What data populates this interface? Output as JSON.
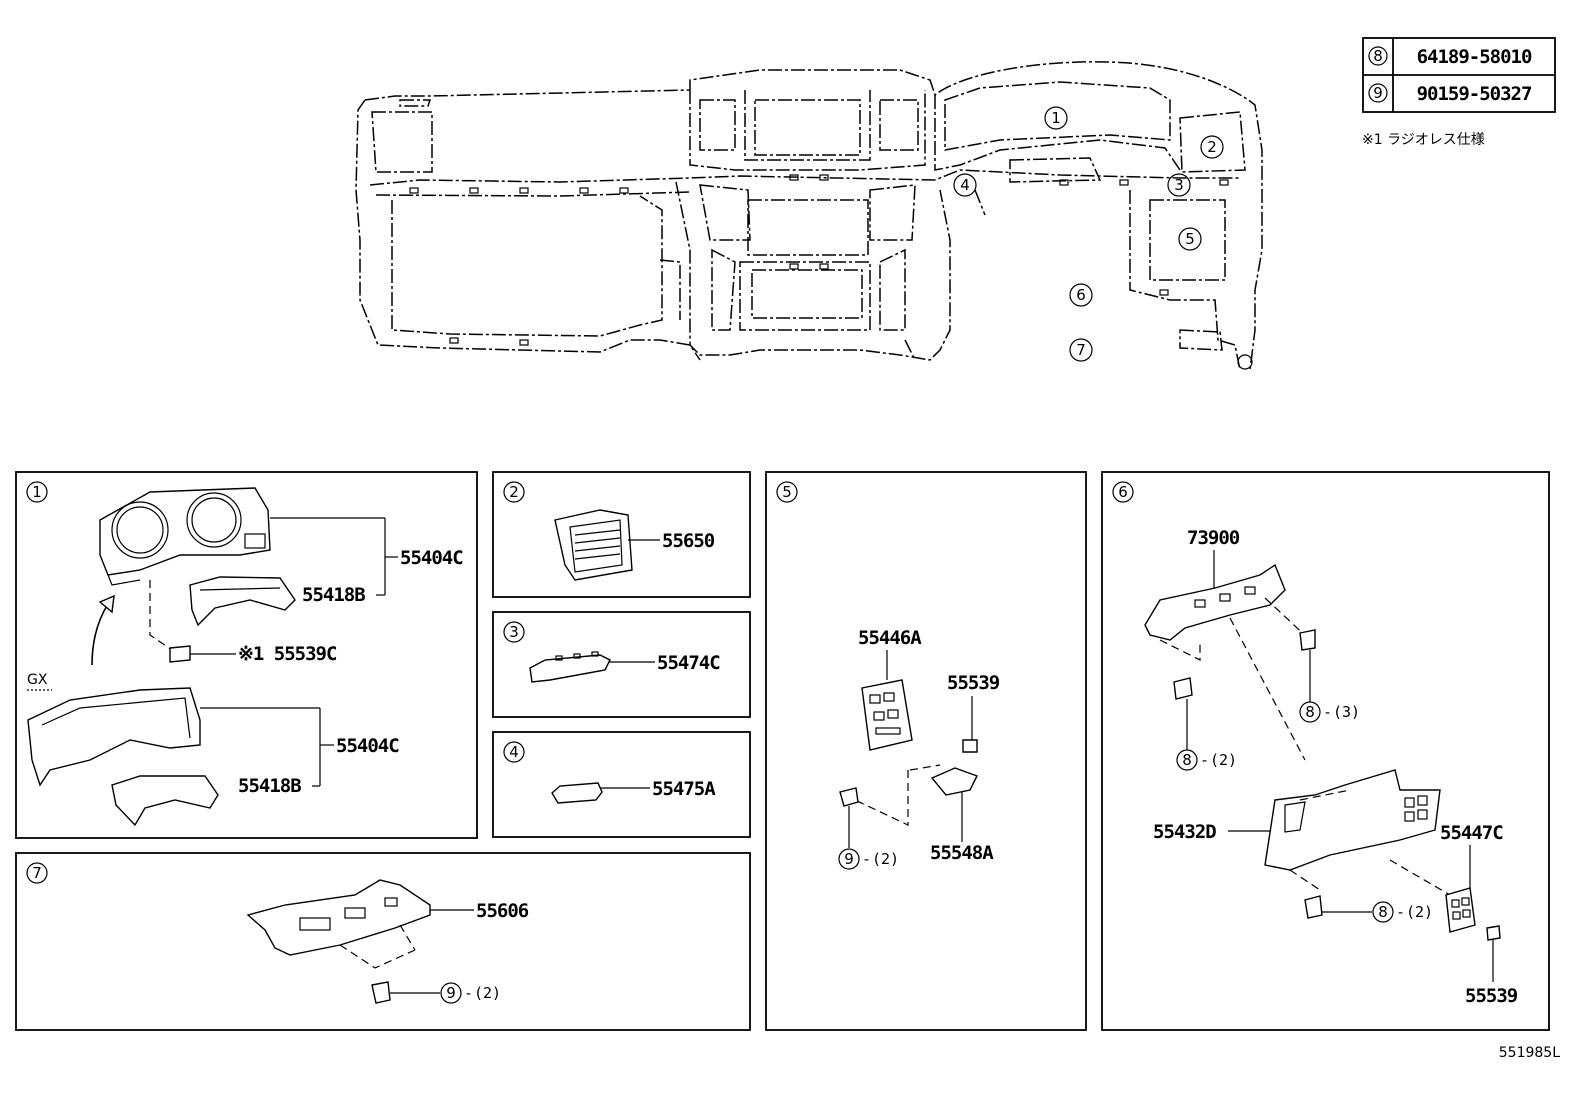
{
  "legend": {
    "rows": [
      {
        "ref": "8",
        "part": "64189-58010"
      },
      {
        "ref": "9",
        "part": "90159-50327"
      }
    ],
    "footnote": "※1 ラジオレス仕様"
  },
  "overview_callouts": [
    "1",
    "2",
    "3",
    "4",
    "5",
    "6",
    "7"
  ],
  "panels": {
    "p1": {
      "num": "1",
      "parts": [
        "55404C",
        "55418B",
        "※1 55539C",
        "55404C",
        "55418B"
      ],
      "variant": "GX"
    },
    "p2": {
      "num": "2",
      "parts": [
        "55650"
      ]
    },
    "p3": {
      "num": "3",
      "parts": [
        "55474C"
      ]
    },
    "p4": {
      "num": "4",
      "parts": [
        "55475A"
      ]
    },
    "p5": {
      "num": "5",
      "parts": [
        "55446A",
        "55539",
        "55548A"
      ],
      "fastener": {
        "ref": "9",
        "qty": "(2)"
      }
    },
    "p6": {
      "num": "6",
      "parts": [
        "73900",
        "55432D",
        "55447C",
        "55539"
      ],
      "fasteners": [
        {
          "ref": "8",
          "qty": "(3)"
        },
        {
          "ref": "8",
          "qty": "(2)"
        },
        {
          "ref": "8",
          "qty": "(2)"
        }
      ]
    },
    "p7": {
      "num": "7",
      "parts": [
        "55606"
      ],
      "fastener": {
        "ref": "9",
        "qty": "(2)"
      }
    }
  },
  "diagram_code": "551985L"
}
